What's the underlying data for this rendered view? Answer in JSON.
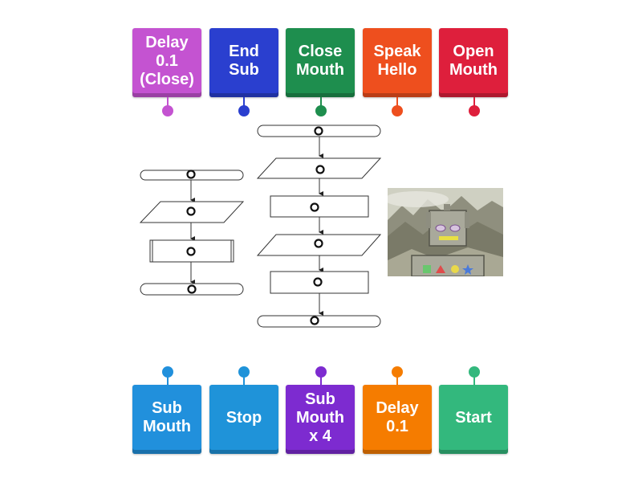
{
  "top_tiles": [
    {
      "label": "Delay\n0.1\n(Close)",
      "color": "#c453d1"
    },
    {
      "label": "End\nSub",
      "color": "#2a3fcf"
    },
    {
      "label": "Close\nMouth",
      "color": "#1e8e4e"
    },
    {
      "label": "Speak\nHello",
      "color": "#ee4f1e"
    },
    {
      "label": "Open\nMouth",
      "color": "#de1f3c"
    }
  ],
  "bottom_tiles": [
    {
      "label": "Sub\nMouth",
      "color": "#2190dc"
    },
    {
      "label": "Stop",
      "color": "#1f93d9"
    },
    {
      "label": "Sub\nMouth\nx 4",
      "color": "#7d2bd0"
    },
    {
      "label": "Delay\n0.1",
      "color": "#f57c00"
    },
    {
      "label": "Start",
      "color": "#33b87d"
    }
  ]
}
